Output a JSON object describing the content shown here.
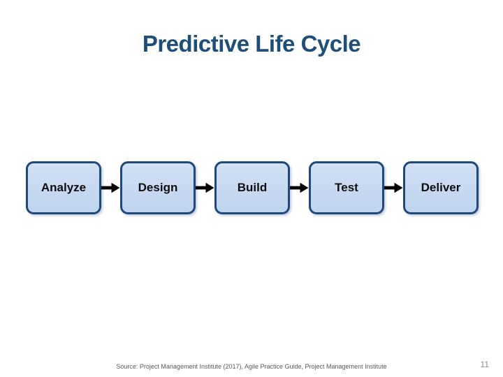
{
  "slide": {
    "title": "Predictive Life Cycle",
    "diagram": {
      "type": "flowchart",
      "direction": "left-to-right",
      "stages": [
        {
          "label": "Analyze"
        },
        {
          "label": "Design"
        },
        {
          "label": "Build"
        },
        {
          "label": "Test"
        },
        {
          "label": "Deliver"
        }
      ]
    },
    "footer": {
      "source": "Source: Project Management Institute (2017), Agile Practice Guide, Project Management Institute",
      "page_number": "11"
    },
    "colors": {
      "title_text": "#1F4E79",
      "box_fill": "#C6D9F1",
      "box_border": "#1F497D",
      "box_label": "#0D0D0D",
      "arrow": "#000000",
      "source_text": "#595959",
      "page_number_text": "#8F8F8F",
      "background": "#FFFFFF"
    }
  }
}
